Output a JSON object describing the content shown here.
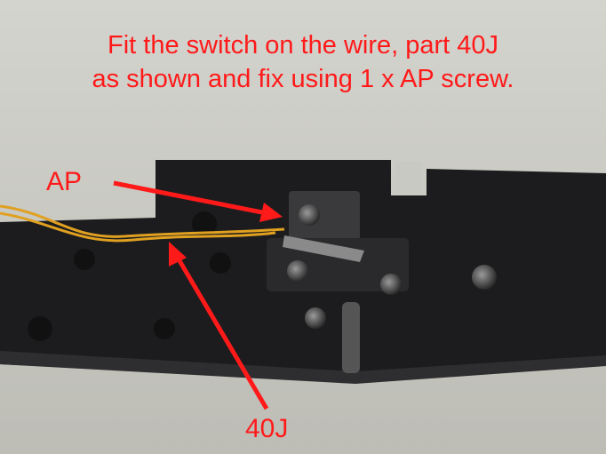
{
  "instructions": {
    "line1": "Fit the switch on the wire, part 40J",
    "line2": "as shown and fix using 1 x AP screw."
  },
  "labels": {
    "ap": "AP",
    "part": "40J"
  },
  "colors": {
    "annotation": "#ff1a1a",
    "background": "#c9c9c3",
    "chassis": "#1c1c1e",
    "wire": "#e0a020"
  }
}
